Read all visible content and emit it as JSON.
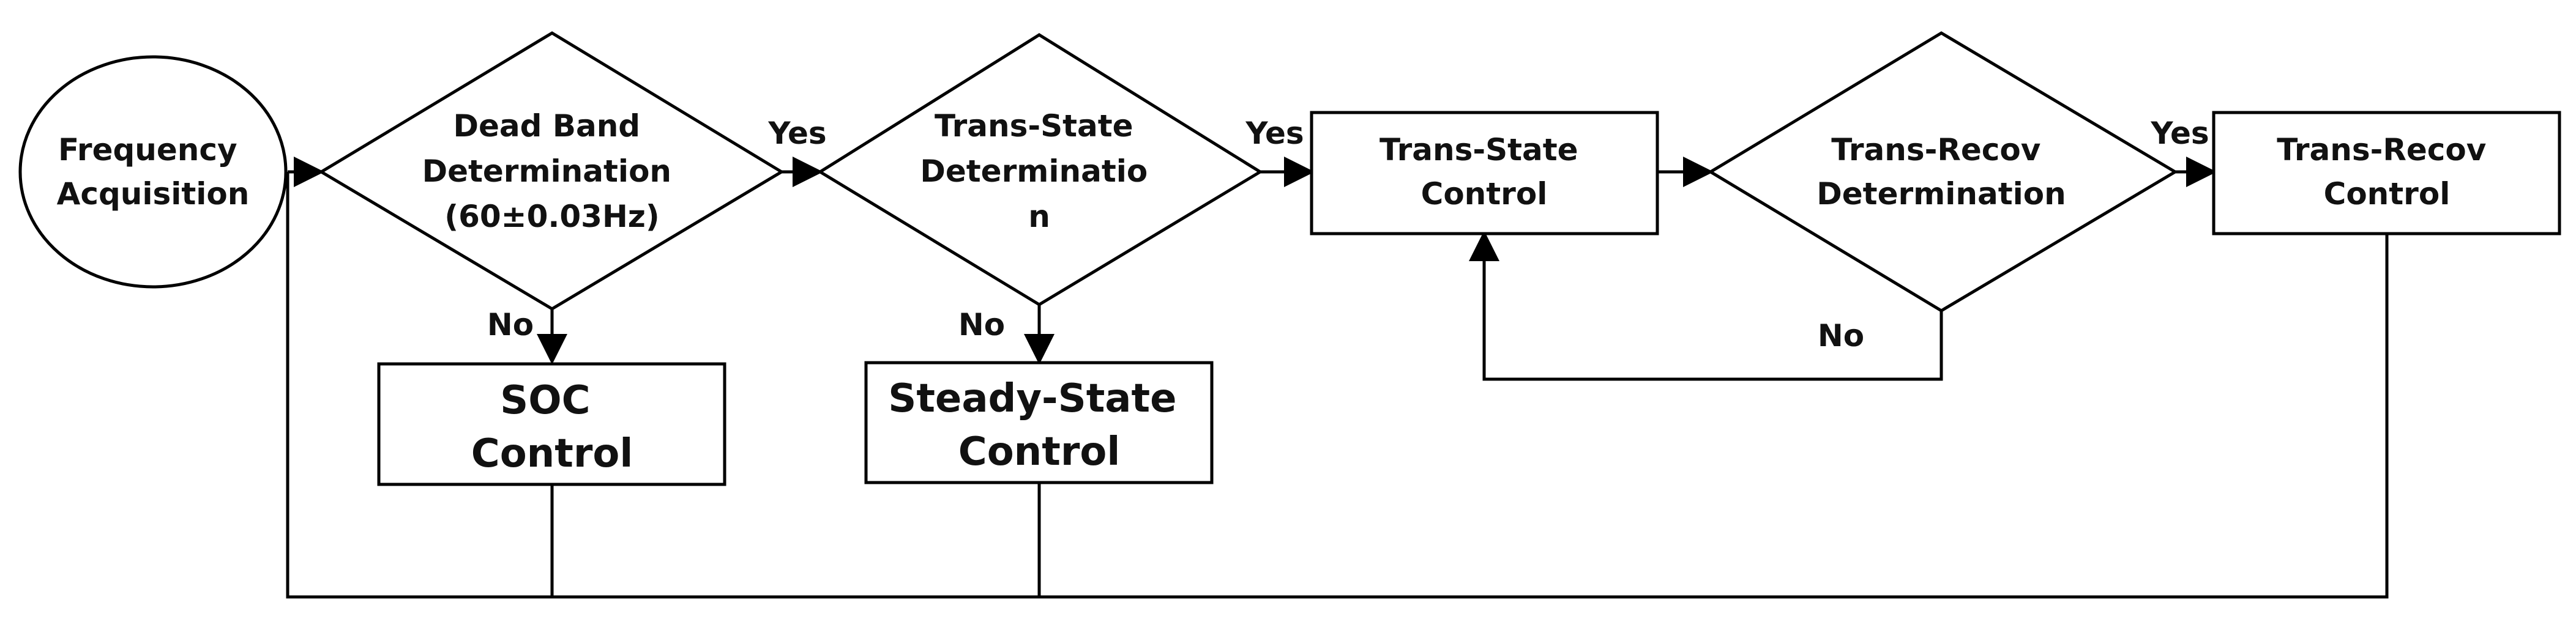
{
  "nodes": {
    "frequency_acquisition": {
      "shape": "ellipse",
      "lines": [
        "Frequency",
        "Acquisition"
      ]
    },
    "dead_band": {
      "shape": "diamond",
      "lines": [
        "Dead Band",
        "Determination",
        "(60±0.03Hz)"
      ]
    },
    "trans_state_det": {
      "shape": "diamond",
      "lines": [
        "Trans-State",
        "Determinatio",
        "n"
      ]
    },
    "trans_state_ctrl": {
      "shape": "rectangle",
      "lines": [
        "Trans-State",
        "Control"
      ]
    },
    "trans_recov_det": {
      "shape": "diamond",
      "lines": [
        "Trans-Recov",
        "Determination"
      ]
    },
    "trans_recov_ctrl": {
      "shape": "rectangle",
      "lines": [
        "Trans-Recov",
        "Control"
      ]
    },
    "soc_ctrl": {
      "shape": "rectangle",
      "lines": [
        "SOC",
        "Control"
      ]
    },
    "steady_state_ctrl": {
      "shape": "rectangle",
      "lines": [
        "Steady-State",
        "Control"
      ]
    }
  },
  "edge_labels": {
    "dead_band_yes": "Yes",
    "dead_band_no": "No",
    "trans_state_yes": "Yes",
    "trans_state_no": "No",
    "trans_recov_yes": "Yes",
    "trans_recov_no": "No"
  },
  "colors": {
    "stroke": "#000000",
    "text": "#111111",
    "background": "#ffffff"
  }
}
